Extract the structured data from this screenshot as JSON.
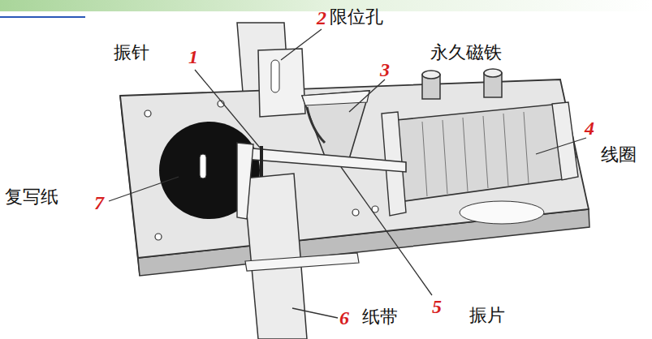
{
  "diagram": {
    "labels": [
      "振针",
      "1",
      "2",
      "限位孔",
      "永久磁铁",
      "3",
      "4",
      "线圈",
      "复写纸",
      "7",
      "6",
      "纸带",
      "5",
      "振片"
    ]
  }
}
